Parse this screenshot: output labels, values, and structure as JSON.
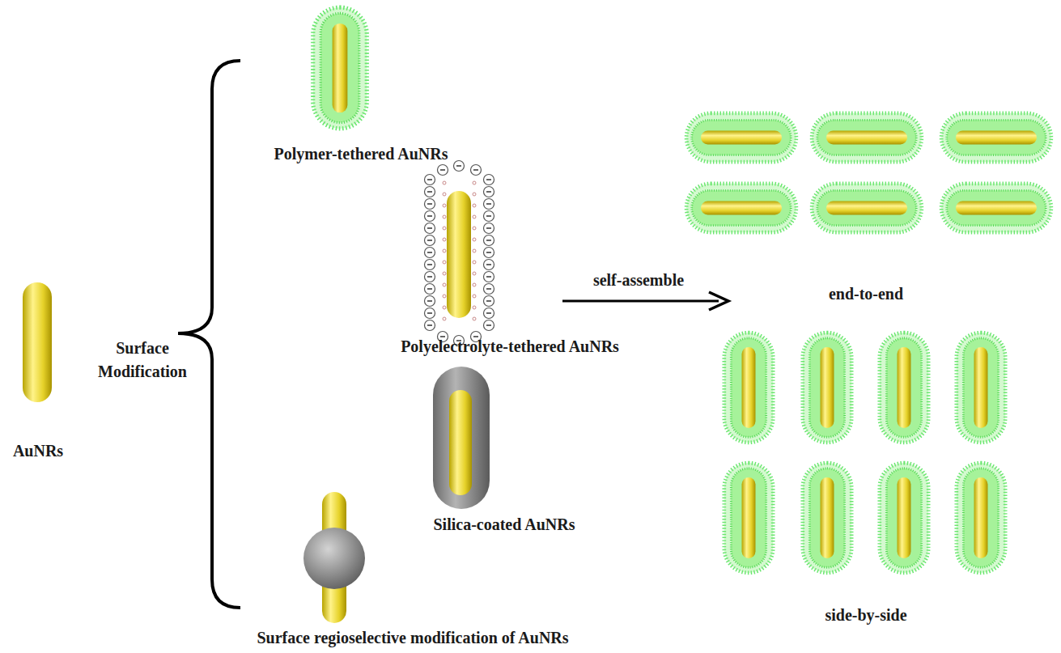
{
  "diagram": {
    "labels": [
      "Polymer-tethered AuNRs",
      "Polyelectrolyte-tethered AuNRs",
      "Silica-coated AuNRs",
      "Surface regioselective modification of AuNRs",
      "AuNRs",
      "Surface Modification",
      "self-assemble",
      "end-to-end",
      "side-by-side"
    ]
  }
}
